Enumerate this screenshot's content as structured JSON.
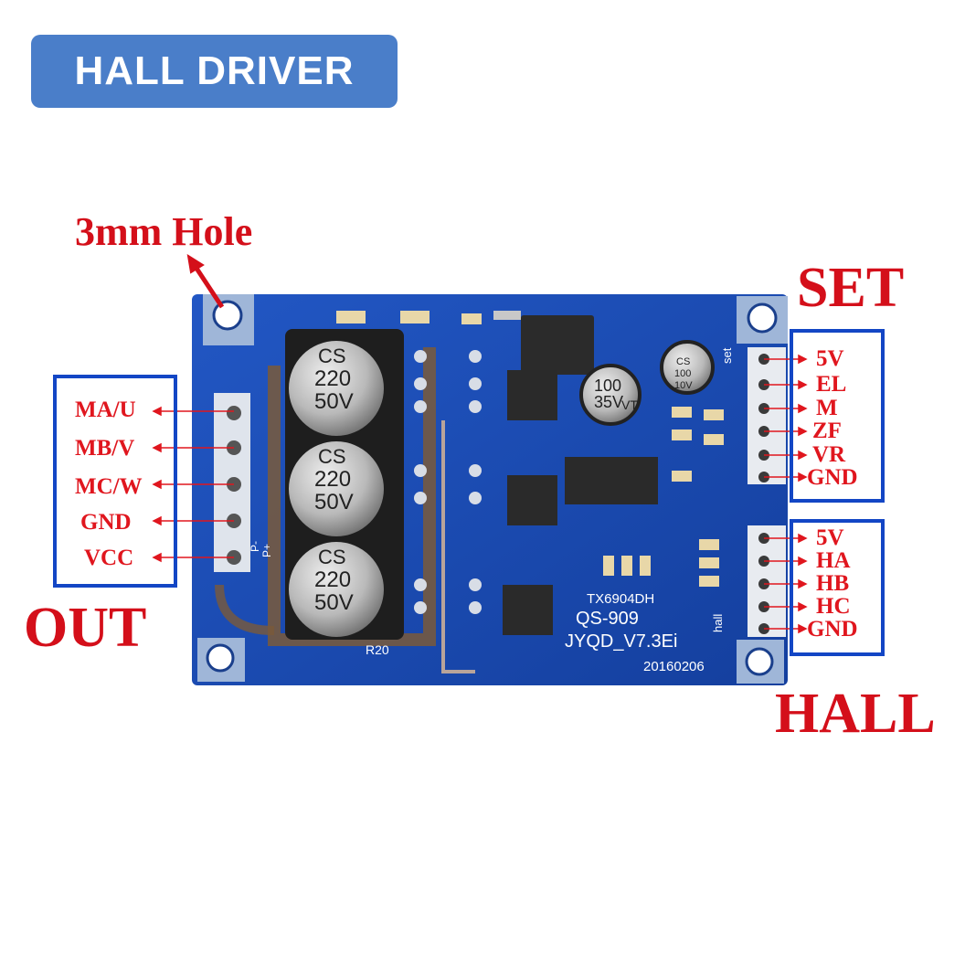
{
  "badge": {
    "title": "HALL DRIVER"
  },
  "labels": {
    "hole": "3mm Hole",
    "set": "SET",
    "out": "OUT",
    "hall": "HALL"
  },
  "out_pins": [
    "MA/U",
    "MB/V",
    "MC/W",
    "GND",
    "VCC"
  ],
  "set_pins": [
    "5V",
    "EL",
    "M",
    "ZF",
    "VR",
    "GND"
  ],
  "hall_pins": [
    "5V",
    "HA",
    "HB",
    "HC",
    "GND"
  ],
  "board": {
    "cap_large": {
      "brand": "CS",
      "value": "220",
      "voltage": "50V"
    },
    "cap_medium": {
      "value": "100",
      "voltage": "35V",
      "mark": "VT"
    },
    "cap_small": {
      "brand": "CS",
      "value": "100",
      "voltage": "10V"
    },
    "chip_label": "TX6904DH",
    "model": "QS-909",
    "version": "JYQD_V7.3Ei",
    "date": "20160206",
    "r20": "R20",
    "hall_silk": "hall",
    "set_silk": "set",
    "p_plus": "P+",
    "p_minus": "P-"
  },
  "colors": {
    "badge": "#4a7ec9",
    "pcb": "#1a4fb5",
    "label_red": "#d40f1a",
    "box_blue": "#1346c5"
  }
}
